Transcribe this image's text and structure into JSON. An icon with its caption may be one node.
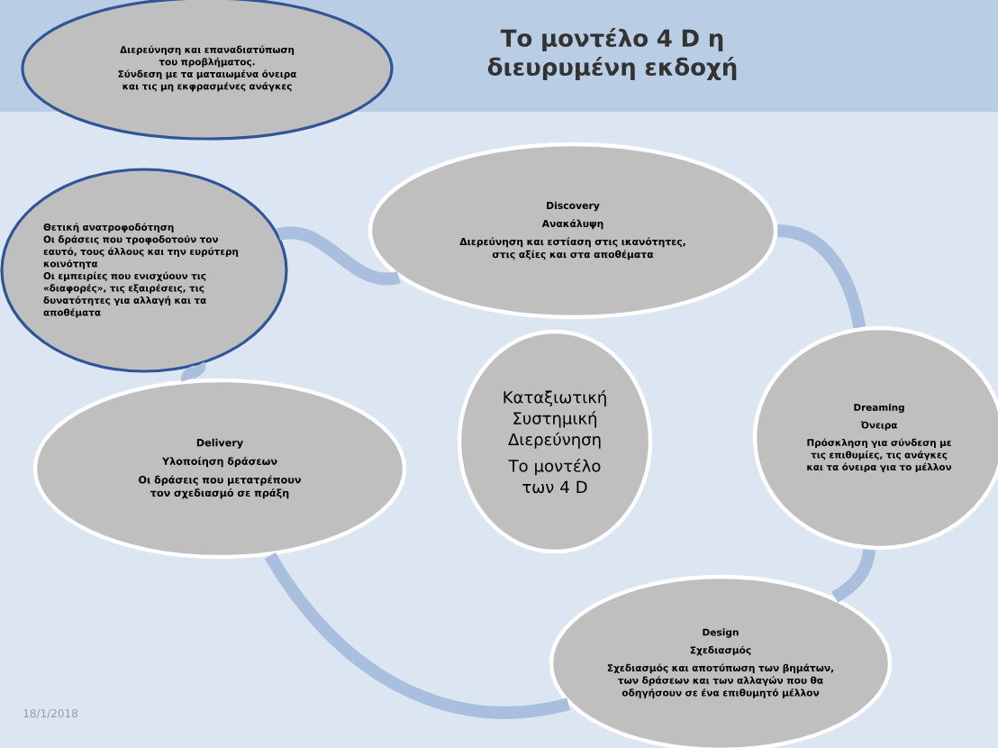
{
  "diagram": {
    "title": "Το μοντέλο 4 D η διευρυμένη εκδοχή",
    "nodes": [
      {
        "text": [
          "Διερεύνηση και επαναδιατύπωση του προβλήματος.",
          "Σύνδεση με τα ματαιωμένα όνειρα και τις μη εκφρασμένες ανάγκες"
        ]
      },
      {
        "text": [
          "Discovery",
          "Ανακάλυψη",
          "Διερεύνηση και εστίαση στις ικανότητες, στις αξίες και στα αποθέματα"
        ]
      },
      {
        "text": [
          "Θετική ανατροφοδότηση",
          "Οι δράσεις που τροφοδοτούν τον εαυτό, τους άλλους και την ευρύτερη κοινότητα",
          "Οι εμπειρίες που ενισχύουν τις «διαφορές», τις εξαιρέσεις, τις δυνατότητες για αλλαγή και τα αποθέματα"
        ]
      },
      {
        "text": [
          "Καταξιωτική Συστημική Διερεύνηση",
          "Το μοντέλο των 4 D"
        ]
      },
      {
        "text": [
          "Dreaming",
          "Όνειρα",
          "Πρόσκληση για σύνδεση με τις επιθυμίες, τις ανάγκες και τα όνειρα για το μέλλον"
        ]
      },
      {
        "text": [
          "Delivery",
          "Υλοποίηση δράσεων",
          "Οι δράσεις που μετατρέπουν τον σχεδιασμό σε πράξη"
        ]
      },
      {
        "text": [
          "Design",
          "Σχεδιασμός",
          "Σχεδιασμός και αποτύπωση των βημάτων, των δράσεων και των αλλαγών που θα οδηγήσουν σε ένα επιθυμητό μέλλον"
        ]
      }
    ],
    "edges": [
      {
        "from": 1,
        "to": 4,
        "arrow": "none"
      },
      {
        "from": 4,
        "to": 6,
        "arrow": "none"
      },
      {
        "from": 6,
        "to": 5,
        "arrow": "none"
      },
      {
        "from": 5,
        "to": 2,
        "arrow": "none"
      },
      {
        "from": 2,
        "to": 1,
        "arrow": "none"
      }
    ],
    "labels": [
      "18/1/2018"
    ]
  }
}
